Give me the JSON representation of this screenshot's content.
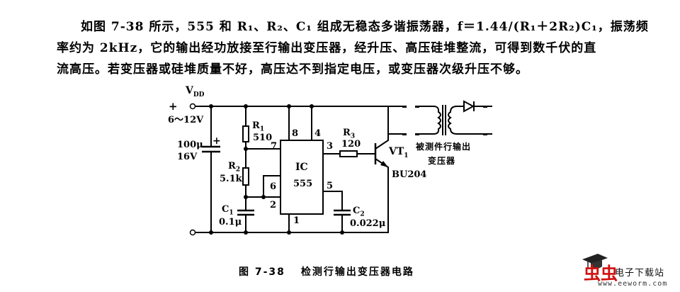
{
  "paragraph": {
    "line1": "如图 7-38 所示，555 和 R₁、R₂、C₁ 组成无稳态多谐振荡器，f＝1.44/(R₁＋2R₂)C₁，振荡频",
    "line2": "率约为 2kHz，它的输出经功放接至行输出变压器，经升压、高压硅堆整流，可得到数千伏的直",
    "line3": "流高压。若变压器或硅堆质量不好，高压达不到指定电压，或变压器次级升压不够。"
  },
  "circuit": {
    "supply": {
      "name": "V",
      "sub": "DD",
      "plus": "+",
      "range": "6～12V"
    },
    "c_supply": {
      "value": "100μ",
      "voltage": "16V",
      "polarity": "+"
    },
    "r1": {
      "name": "R",
      "sub": "1",
      "value": "510"
    },
    "r2": {
      "name": "R",
      "sub": "2",
      "value": "5.1k"
    },
    "c1": {
      "name": "C",
      "sub": "1",
      "value": "0.1μ"
    },
    "ic": {
      "name": "IC",
      "part": "555",
      "pins": {
        "p8": "8",
        "p4": "4",
        "p7": "7",
        "p3": "3",
        "p6": "6",
        "p2": "2",
        "p5": "5",
        "p1": "1"
      }
    },
    "r3": {
      "name": "R",
      "sub": "3",
      "value": "120"
    },
    "c2": {
      "name": "C",
      "sub": "2",
      "value": "0.022μ"
    },
    "vt1": {
      "name": "VT",
      "sub": "1",
      "part": "BU204"
    },
    "transformer": {
      "label_line1": "被测件行输出",
      "label_line2": "变压器"
    }
  },
  "caption": {
    "number": "图 7-38",
    "title": "检测行输出变压器电路"
  },
  "watermark": {
    "bug_chars": "虫虫",
    "site_name": "电子下载站",
    "url": "www.eeworm.com"
  }
}
